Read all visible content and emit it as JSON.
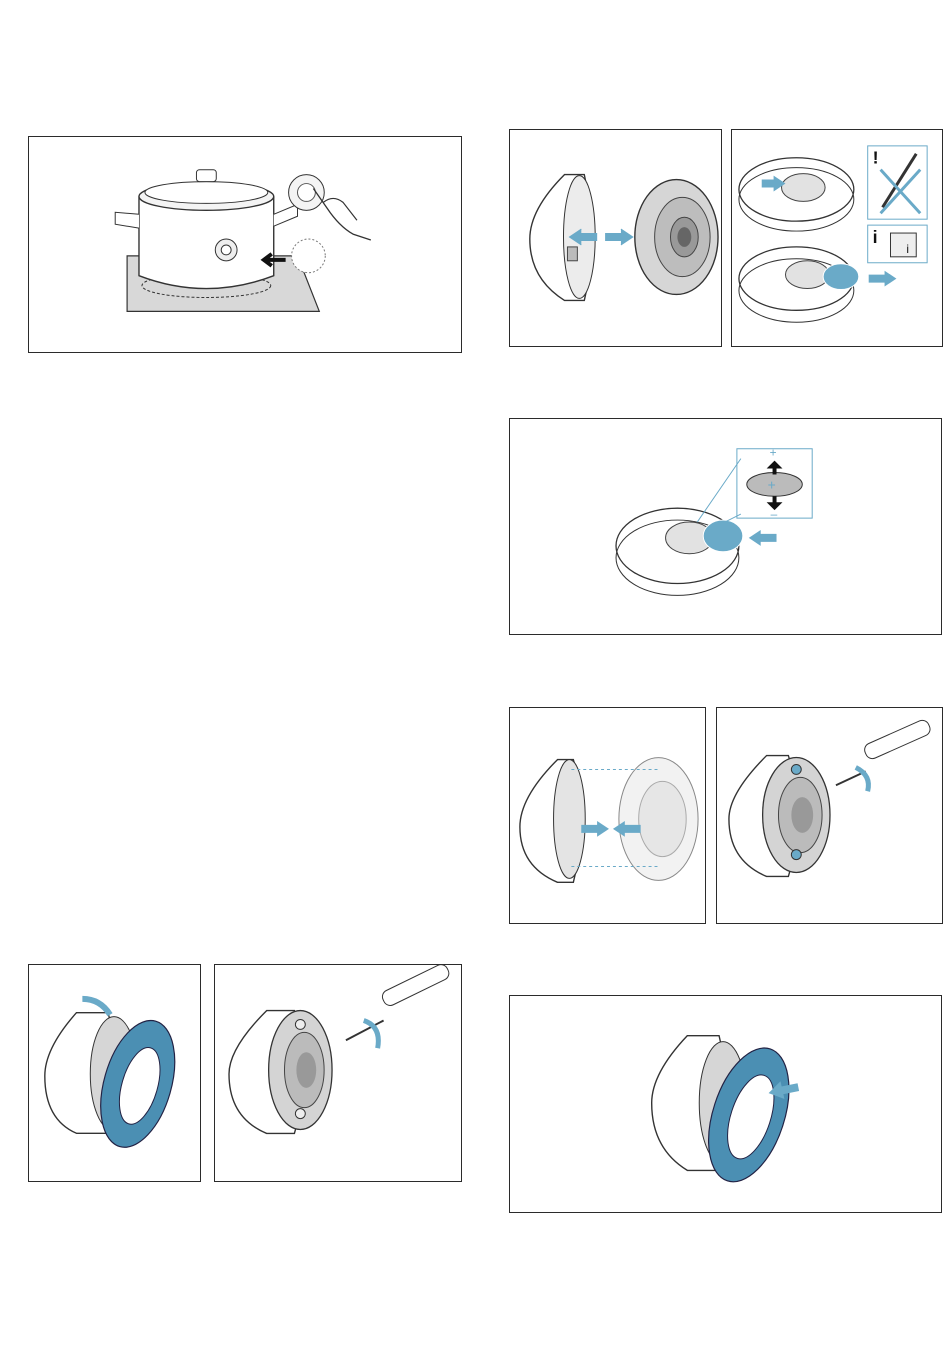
{
  "figures": [
    {
      "id": "pot-on-hob-with-sensor"
    },
    {
      "id": "sensor-separate-housing"
    },
    {
      "id": "battery-removal"
    },
    {
      "id": "battery-insert-polarity",
      "labels": {
        "plus_top": "+",
        "plus_center": "+",
        "minus_bottom": "–"
      }
    },
    {
      "id": "sensor-reassemble"
    },
    {
      "id": "sensor-screw-tighten"
    },
    {
      "id": "silicone-ring-remove"
    },
    {
      "id": "sensor-screw-loosen"
    },
    {
      "id": "silicone-ring-attach"
    }
  ],
  "colors": {
    "accent": "#6aaac8",
    "line": "#2b2b2b",
    "ring": "#4b8fb3"
  },
  "icons": {
    "warning": "exclamation-icon",
    "info": "info-icon",
    "no_tool": "crossed-screwdriver-icon",
    "manual": "manual-icon"
  },
  "info_panel": {
    "exclaim": "!",
    "info": "i",
    "manual": "i"
  }
}
